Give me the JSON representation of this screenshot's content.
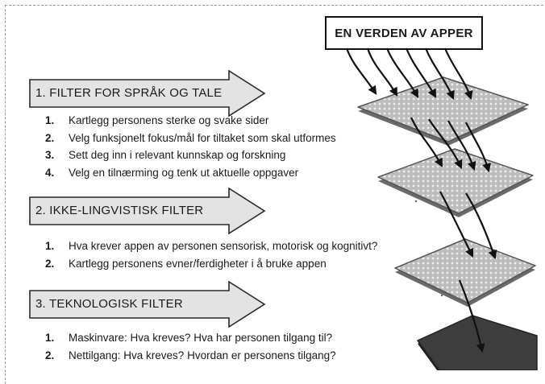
{
  "banner": "EN VERDEN AV APPER",
  "filters": [
    {
      "title": "1. FILTER FOR SPRÅK OG TALE",
      "steps": [
        {
          "num": "1.",
          "text": "Kartlegg personens sterke og svake sider"
        },
        {
          "num": "2.",
          "text": "Velg funksjonelt fokus/mål for tiltaket som skal utformes"
        },
        {
          "num": "3.",
          "text": "Sett deg inn i relevant kunnskap og forskning"
        },
        {
          "num": "4.",
          "text": "Velg en tilnærming og tenk ut aktuelle oppgaver"
        }
      ]
    },
    {
      "title": "2. IKKE-LINGVISTISK FILTER",
      "steps": [
        {
          "num": "1.",
          "text": "Hva krever appen av personen sensorisk, motorisk og kognitivt?"
        },
        {
          "num": "2.",
          "text": "Kartlegg personens evner/ferdigheter i å bruke appen"
        }
      ]
    },
    {
      "title": "3. TEKNOLOGISK FILTER",
      "steps": [
        {
          "num": "1.",
          "text": "Maskinvare: Hva kreves? Hva har personen tilgang til?"
        },
        {
          "num": "2.",
          "text": "Nettilgang: Hva kreves? Hvordan er personens tilgang?"
        }
      ]
    }
  ],
  "colors": {
    "arrow_fill": "#e3e3e3",
    "arrow_stroke": "#2a2a2a",
    "filter_mesh": "#bdbdbd",
    "filter_base": "#6a6a6a",
    "final_tile": "#3d3d3d",
    "flow_arrows": "#111111"
  }
}
